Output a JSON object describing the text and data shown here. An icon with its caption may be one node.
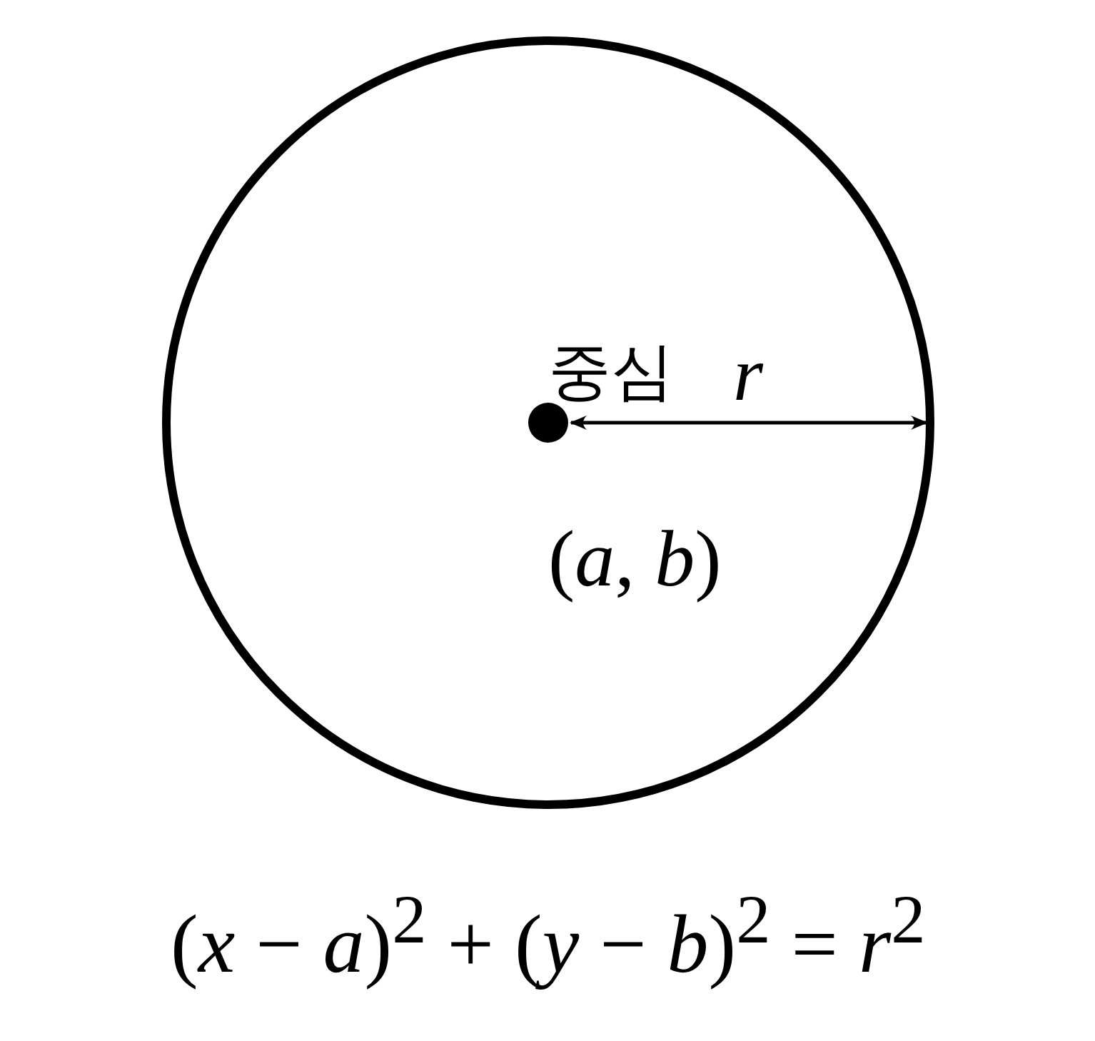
{
  "diagram": {
    "caption": "(*x* − *a*)$^{2}$ + (*y* − *b*)$^{2}$ = *r*$^{2}$",
    "nodes": [
      {
        "text": [
          "중심",
          "(*a*, *b*)"
        ]
      }
    ],
    "labels": [
      "r"
    ]
  }
}
